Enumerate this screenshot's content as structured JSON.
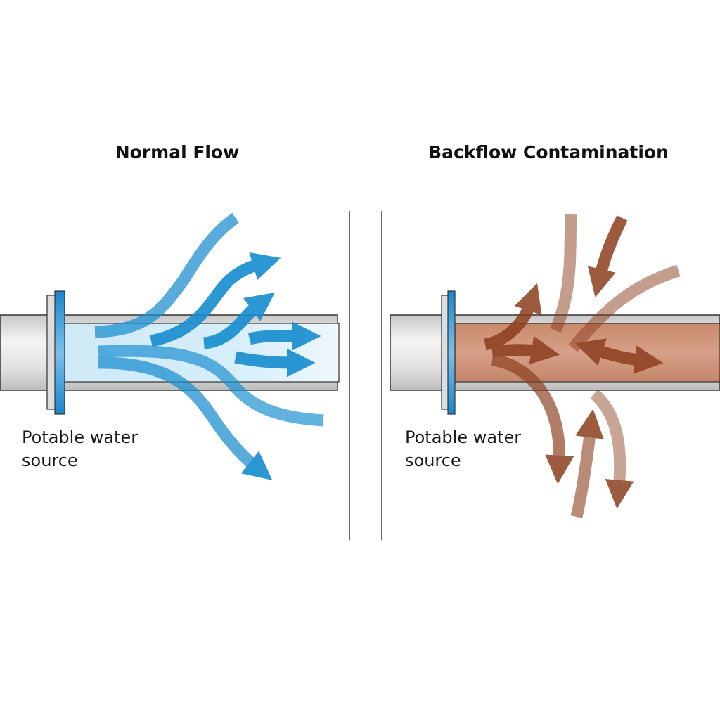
{
  "panels": [
    {
      "title": "Normal Flow",
      "label_line1": "Potable water",
      "label_line2": "source"
    },
    {
      "title": "Backflow Contamination",
      "label_line1": "Potable water",
      "label_line2": "source"
    }
  ],
  "colors": {
    "clean_water": "#1a8fd0",
    "contaminated": "#8b3e1e",
    "flange": "#1b7fc4",
    "pipe": "#c9c9c9"
  }
}
